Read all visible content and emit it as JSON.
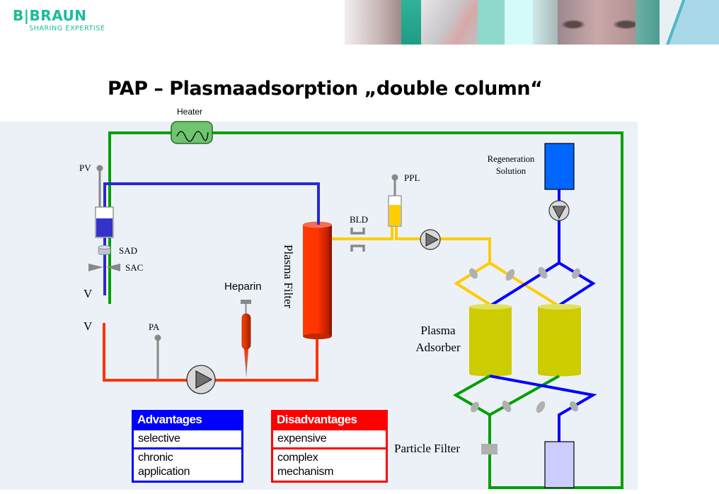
{
  "logo": {
    "brand": "B|BRAUN",
    "tagline": "SHARING EXPERTISE",
    "color": "#1bbc9b"
  },
  "banner": {
    "description": "decorative photo strip (medical equipment, tubing, face)"
  },
  "title": "PAP – Plasmaadsorption „double column“",
  "diagram": {
    "labels": {
      "heater": "Heater",
      "pv": "PV",
      "sad": "SAD",
      "sac": "SAC",
      "v_top": "V",
      "v_bottom": "V",
      "pa": "PA",
      "heparin": "Heparin",
      "plasma_filter": "Plasma Filter",
      "bld": "BLD",
      "ppl": "PPL",
      "regeneration_solution_line1": "Regeneration",
      "regeneration_solution_line2": "Solution",
      "plasma_adsorber_line1": "Plasma",
      "plasma_adsorber_line2": "Adsorber",
      "particle_filter": "Particle Filter"
    },
    "colors": {
      "return_line": "#00a000",
      "venous_line": "#2020d0",
      "arterial_line": "#ff3300",
      "plasma_line": "#ffcc00",
      "regeneration_line": "#0000ff",
      "adsorber": "#cccc00",
      "regeneration_tank": "#0066ff",
      "waste_bag": "#ccccff",
      "panel_bg": "#ecf1f8"
    }
  },
  "advantages": {
    "header": "Advantages",
    "items": [
      "selective",
      "chronic application"
    ],
    "item_lines": [
      [
        "selective"
      ],
      [
        "chronic",
        "application"
      ]
    ],
    "color": "#0000ff"
  },
  "disadvantages": {
    "header": "Disadvantages",
    "items": [
      "expensive",
      "complex mechanism"
    ],
    "item_lines": [
      [
        "expensive"
      ],
      [
        "complex",
        "mechanism"
      ]
    ],
    "color": "#ff0000"
  }
}
